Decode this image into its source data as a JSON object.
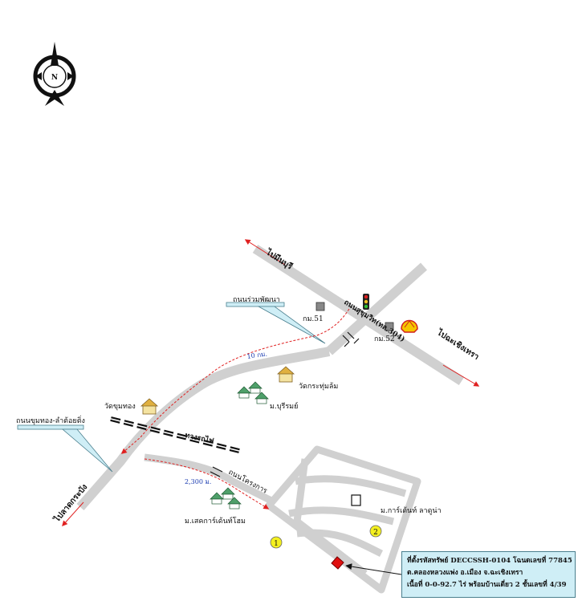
{
  "compass": {
    "letter": "N",
    "icon": "north-arrow-icon"
  },
  "labels": {
    "to_minburi": "ไปมีนบุรี",
    "to_chachoengsao": "ไปฉะเชิงเทรา",
    "to_latkrabang": "ไปลาดกระบัง",
    "sukhumvit_road": "ถนนสุขุมวิท(ทล.304)",
    "ruamphatthana_road": "ถนนร่วมพัฒนา",
    "khumthong_road": "ถนนขุมทอง-ลำต้อยติ่ง",
    "railway": "ทางรถไฟ",
    "km51": "กม.51",
    "km52": "กม.52",
    "distance_10km": "10 กม.",
    "distance_2300m": "2,300 ม.",
    "wat_krathum_lom": "วัดกระทุ่มล้ม",
    "wat_khum_thong": "วัดขุมทอง",
    "mu_buriram": "ม.บุรีรมย์",
    "project_road": "ถนนโครงการ",
    "estate_home": "ม.เสคการ์เด้นท์โฮม",
    "garden_ladoo": "ม.การ์เด้นท์ ลาดูน่า",
    "marker_1": "1",
    "marker_2": "2"
  },
  "info": {
    "line1": "ที่ตั้งรหัสทรัพย์ DECCSSH-0104 โฉนดเลขที่ 77845",
    "line2": "ต.คลองหลวงแพ่ง อ.เมือง จ.ฉะเชิงเทรา",
    "line3": "เนื้อที่ 0-0-92.7 ไร่  พร้อมบ้านเดี่ยว 2 ชั้นเลขที่ 4/39"
  },
  "colors": {
    "road": "#d0d0d0",
    "route": "#e02020",
    "callout": "#cfeef6",
    "marker": "#f4f020",
    "property": "#e01010"
  }
}
